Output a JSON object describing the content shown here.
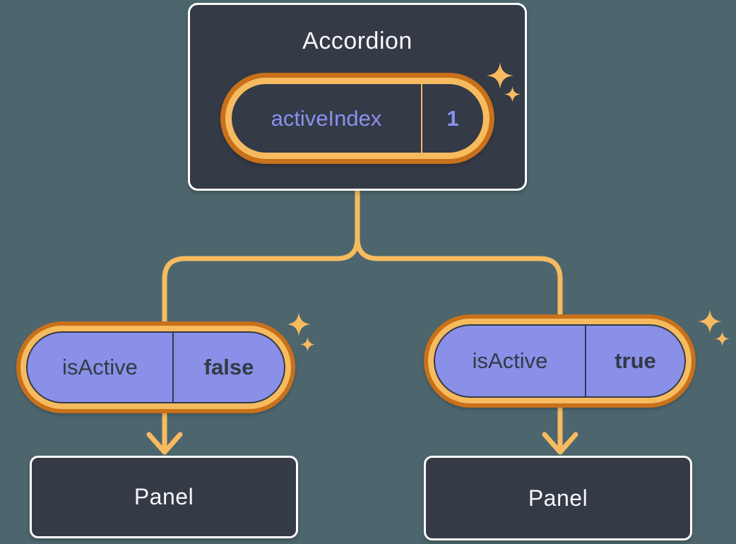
{
  "background_color": "#4D666E",
  "colors": {
    "card_fill": "#343A46",
    "card_border": "#FFFFFF",
    "text_light": "#F6F7F9",
    "text_dark": "#333A45",
    "purple_fill": "#8A8FE8",
    "purple_text": "#8A91EC",
    "orange_light": "#F7BB5F",
    "orange_dark": "#C8701A"
  },
  "icons": {
    "sparkle": "sparkle-icon (four-point star, orange)"
  },
  "diagram": {
    "root": {
      "title": "Accordion",
      "state": {
        "name": "activeIndex",
        "value": "1"
      }
    },
    "children": [
      {
        "prop": {
          "name": "isActive",
          "value": "false"
        },
        "panel": {
          "title": "Panel"
        }
      },
      {
        "prop": {
          "name": "isActive",
          "value": "true"
        },
        "panel": {
          "title": "Panel"
        }
      }
    ]
  }
}
